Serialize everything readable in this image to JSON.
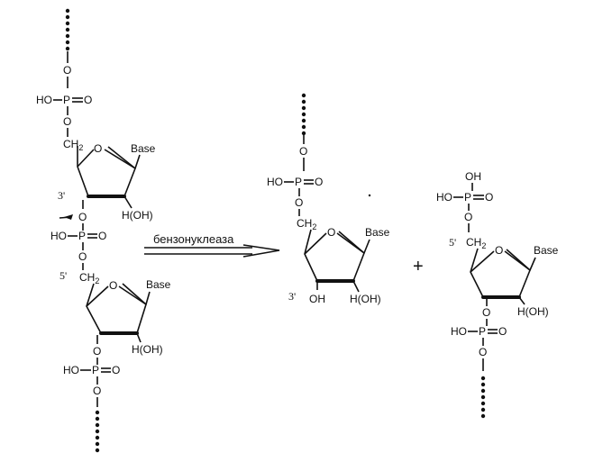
{
  "labels": {
    "base": "Base",
    "h_oh": "H(OH)",
    "oh": "OH",
    "ho_p_o": "HO",
    "p": "P",
    "o": "O",
    "ch2": "CH",
    "ch2_sub": "2",
    "prime3": "3'",
    "prime5": "5'",
    "plus": "+"
  },
  "enzyme": "бензонуклеаза"
}
